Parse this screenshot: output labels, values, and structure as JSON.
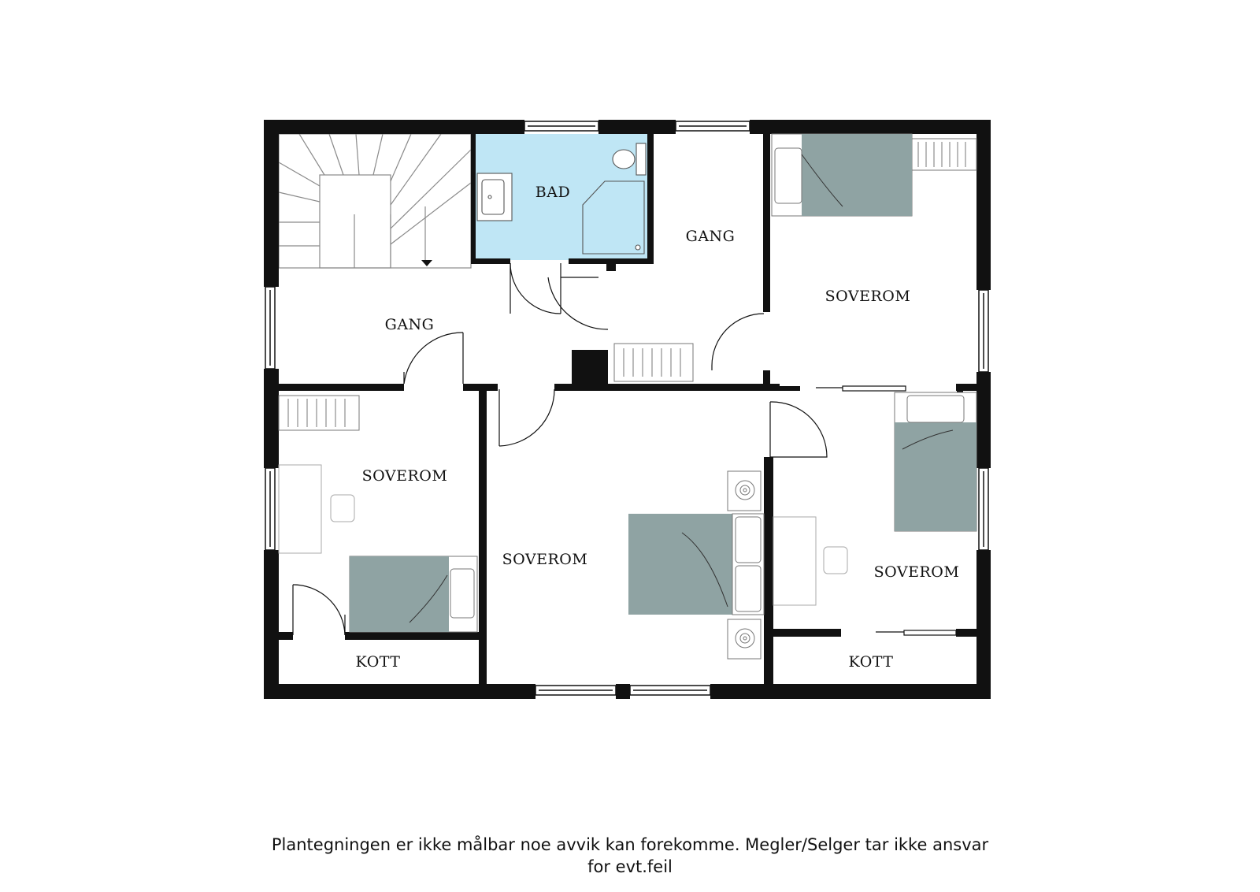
{
  "rooms": {
    "bad": "BAD",
    "gang_left": "GANG",
    "gang_center": "GANG",
    "soverom_top_right": "SOVEROM",
    "soverom_left": "SOVEROM",
    "soverom_center": "SOVEROM",
    "soverom_right": "SOVEROM",
    "kott_left": "KOTT",
    "kott_right": "KOTT"
  },
  "disclaimer": {
    "line1": "Plantegningen er ikke målbar noe avvik kan forekomme. Megler/Selger tar ikke ansvar",
    "line2": "for evt.feil"
  },
  "colors": {
    "wall": "#111111",
    "bathroom": "#bfe6f5",
    "bed": "#8fa3a3",
    "furniture_line": "#9a9a9a"
  }
}
